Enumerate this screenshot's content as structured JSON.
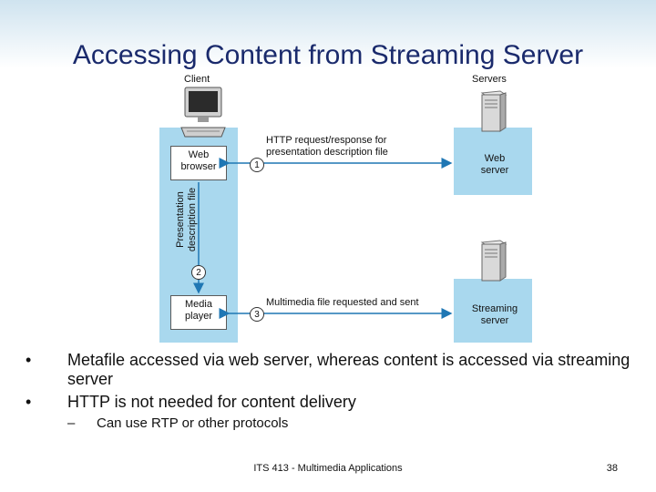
{
  "slide": {
    "title": "Accessing Content from Streaming Server",
    "footer": "ITS 413 - Multimedia Applications",
    "page_number": "38"
  },
  "diagram": {
    "client_label": "Client",
    "servers_label": "Servers",
    "web_browser_line1": "Web",
    "web_browser_line2": "browser",
    "media_player_line1": "Media",
    "media_player_line2": "player",
    "vertical_line1": "Presentation",
    "vertical_line2": "description file",
    "step1_line1": "HTTP request/response for",
    "step1_line2": "presentation description file",
    "step3_label": "Multimedia file requested and sent",
    "web_server_line1": "Web",
    "web_server_line2": "server",
    "streaming_server_line1": "Streaming",
    "streaming_server_line2": "server",
    "num1": "1",
    "num2": "2",
    "num3": "3"
  },
  "bullets": [
    {
      "marker": "•",
      "text": "Metafile accessed via web server, whereas content is accessed via streaming server"
    },
    {
      "marker": "•",
      "text": "HTTP is not needed for content delivery"
    }
  ],
  "sub_bullets": [
    {
      "marker": "–",
      "text": "Can use RTP or other protocols"
    }
  ],
  "colors": {
    "title": "#1a2a6c",
    "column": "#a9d8ee",
    "arrow": "#1f77b4"
  }
}
